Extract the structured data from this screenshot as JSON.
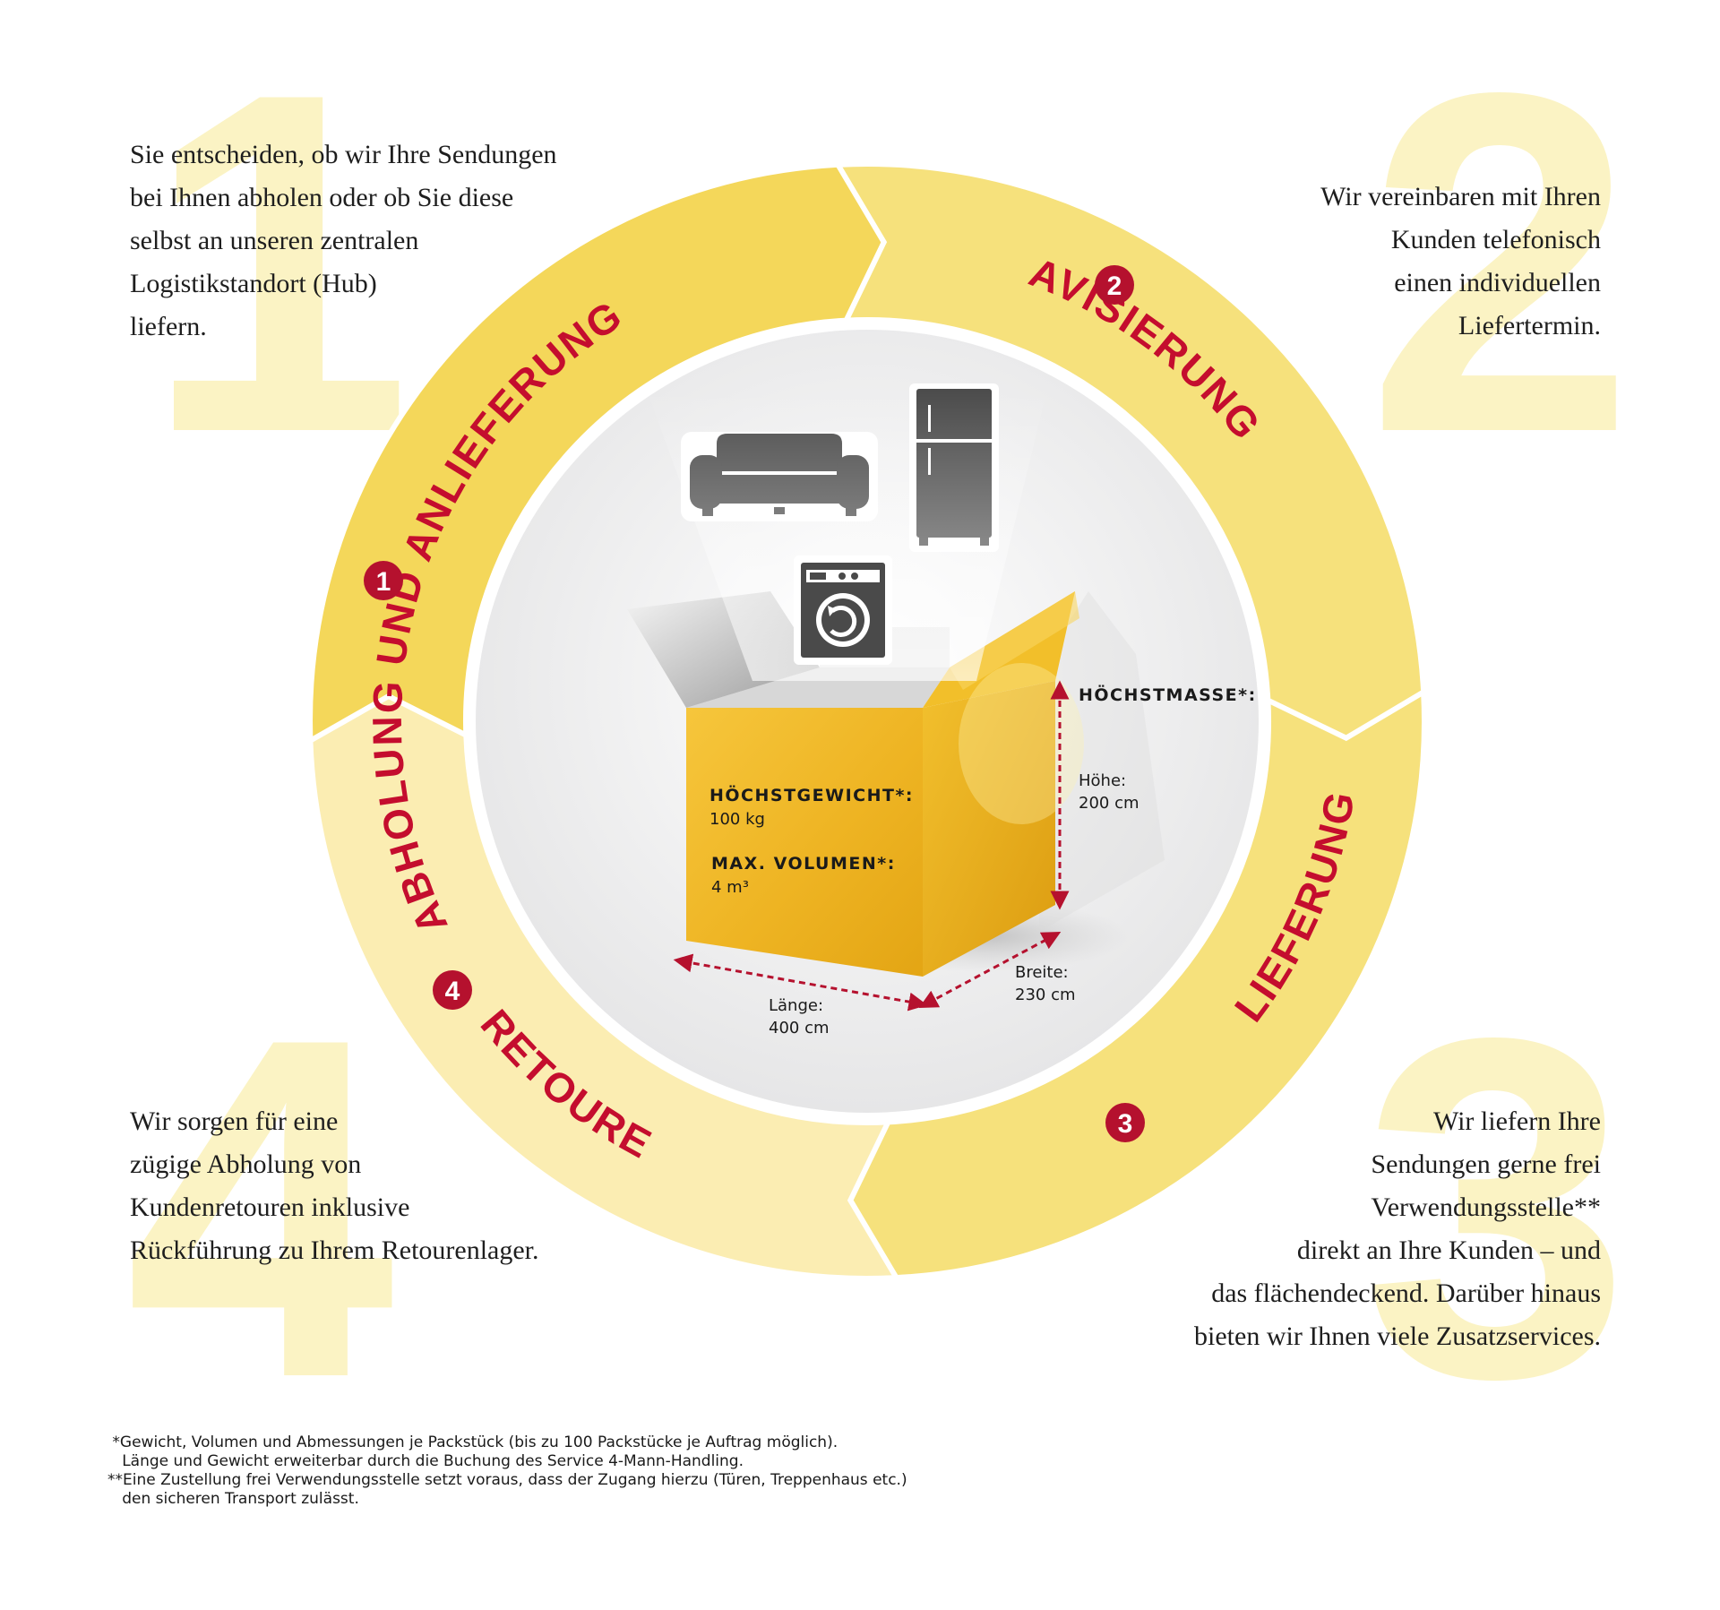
{
  "colors": {
    "ring_dark": "#f4d75a",
    "ring_mid": "#f6e17c",
    "ring_light": "#fbedb2",
    "big_number": "#fbf3c4",
    "accent_red": "#c40d2e",
    "icon_gray": "#4a4a4a",
    "box_yellow": "#f0b826"
  },
  "big_numbers": [
    "1",
    "2",
    "3",
    "4"
  ],
  "steps": [
    {
      "number": "1",
      "label": "ABHOLUNG UND ANLIEFERUNG",
      "description": [
        "Sie entscheiden, ob wir Ihre Sendungen",
        "bei Ihnen abholen oder ob Sie diese",
        "selbst an unseren zentralen",
        "Logistikstandort (Hub)",
        "liefern."
      ]
    },
    {
      "number": "2",
      "label": "AVISIERUNG",
      "description": [
        "Wir vereinbaren mit Ihren",
        "Kunden telefonisch",
        "einen individuellen",
        "Liefertermin."
      ]
    },
    {
      "number": "3",
      "label": "LIEFERUNG",
      "description": [
        "Wir liefern Ihre",
        "Sendungen gerne frei",
        "Verwendungsstelle**",
        "direkt an Ihre Kunden – und",
        "das flächendeckend. Darüber hinaus",
        "bieten wir Ihnen viele Zusatzservices."
      ]
    },
    {
      "number": "4",
      "label": "RETOURE",
      "description": [
        "Wir sorgen für eine",
        "zügige Abholung von",
        "Kundenretouren inklusive",
        "Rückführung zu Ihrem Retourenlager."
      ]
    }
  ],
  "icons": [
    "sofa-icon",
    "fridge-icon",
    "washing-machine-icon"
  ],
  "box_specs": {
    "max_weight_label": "HÖCHSTGEWICHT*:",
    "max_weight_value": "100 kg",
    "max_volume_label": "MAX. VOLUMEN*:",
    "max_volume_value": "4 m³",
    "max_dimensions_label": "HÖCHSTMASSE*:",
    "height_label": "Höhe:",
    "height_value": "200 cm",
    "width_label": "Breite:",
    "width_value": "230 cm",
    "length_label": "Länge:",
    "length_value": "400 cm"
  },
  "footnotes": [
    " *Gewicht, Volumen und Abmessungen je Packstück (bis zu 100 Packstücke je Auftrag möglich).",
    "   Länge und Gewicht erweiterbar durch die Buchung des Service 4-Mann-Handling.",
    "**Eine Zustellung frei Verwendungsstelle setzt voraus, dass der Zugang hierzu (Türen, Treppenhaus etc.)",
    "   den sicheren Transport zulässt."
  ]
}
